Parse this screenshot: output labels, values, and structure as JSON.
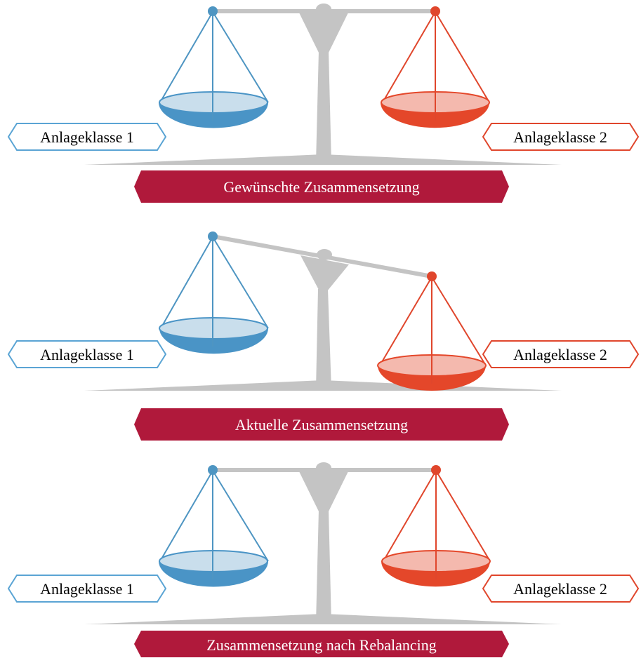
{
  "colors": {
    "scale_grey": "#c4c4c4",
    "blue_line": "#4e95c2",
    "blue_bowl_top": "#c9deec",
    "blue_bowl_body": "#4a94c6",
    "red_line": "#e0462c",
    "red_bowl_top": "#f4b9ae",
    "red_bowl_body": "#e4472a",
    "banner": "#b0193b",
    "label_blue_border": "#5aa4d4",
    "label_red_border": "#e0462c"
  },
  "scales": [
    {
      "state": "balanced",
      "left_label": "Anlageklasse 1",
      "right_label": "Anlageklasse 2",
      "caption": "Gewünschte Zusammensetzung"
    },
    {
      "state": "tilted-right-heavy",
      "left_label": "Anlageklasse 1",
      "right_label": "Anlageklasse 2",
      "caption": "Aktuelle Zusammensetzung"
    },
    {
      "state": "balanced",
      "left_label": "Anlageklasse 1",
      "right_label": "Anlageklasse 2",
      "caption": "Zusammensetzung nach Rebalancing"
    }
  ]
}
